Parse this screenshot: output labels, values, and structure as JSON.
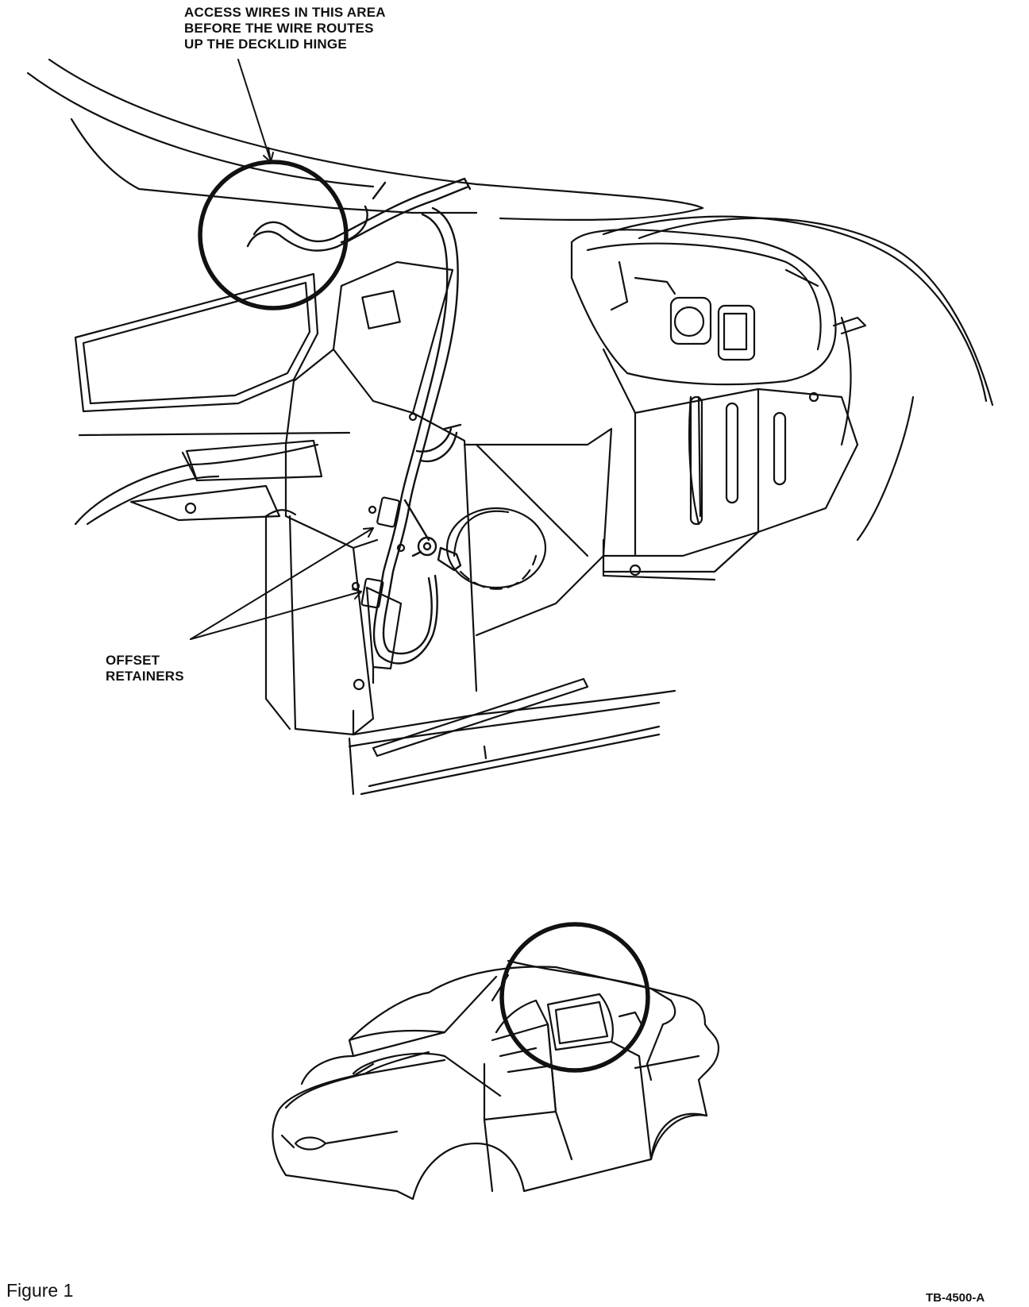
{
  "callouts": {
    "access": "ACCESS WIRES IN THIS AREA\nBEFORE THE WIRE ROUTES\nUP THE DECKLID HINGE",
    "retainers": "OFFSET\nRETAINERS"
  },
  "caption": "Figure 1",
  "figure_id": "TB-4500-A",
  "colors": {
    "line": "#111111",
    "background": "#ffffff"
  }
}
